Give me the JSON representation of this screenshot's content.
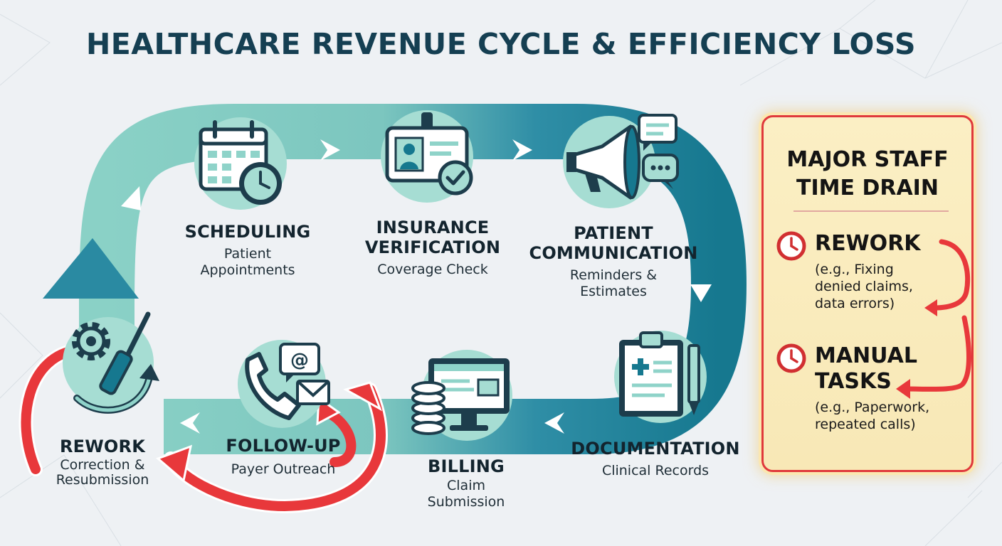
{
  "title": "HEALTHCARE REVENUE CYCLE & EFFICIENCY LOSS",
  "stages": [
    {
      "id": "scheduling",
      "name": [
        "SCHEDULING"
      ],
      "sub": [
        "Patient",
        "Appointments"
      ],
      "icon": "calendar-clock-icon"
    },
    {
      "id": "insurance-verification",
      "name": [
        "INSURANCE",
        "VERIFICATION"
      ],
      "sub": [
        "Coverage Check"
      ],
      "icon": "id-card-check-icon"
    },
    {
      "id": "patient-communication",
      "name": [
        "PATIENT",
        "COMMUNICATION"
      ],
      "sub": [
        "Reminders &",
        "Estimates"
      ],
      "icon": "megaphone-chat-icon"
    },
    {
      "id": "documentation",
      "name": [
        "DOCUMENTATION"
      ],
      "sub": [
        "Clinical Records"
      ],
      "icon": "clipboard-pen-icon"
    },
    {
      "id": "billing",
      "name": [
        "BILLING"
      ],
      "sub": [
        "Claim",
        "Submission"
      ],
      "icon": "computer-database-icon"
    },
    {
      "id": "follow-up",
      "name": [
        "FOLLOW-UP"
      ],
      "sub": [
        "Payer Outreach"
      ],
      "icon": "phone-email-icon"
    },
    {
      "id": "rework",
      "name": [
        "REWORK"
      ],
      "sub": [
        "Correction &",
        "Resubmission"
      ],
      "icon": "gear-wrench-icon"
    }
  ],
  "panel": {
    "title": [
      "MAJOR STAFF",
      "TIME DRAIN"
    ],
    "items": [
      {
        "head": [
          "REWORK"
        ],
        "note": [
          "(e.g., Fixing",
          "denied claims,",
          "data errors)"
        ],
        "icon": "clock-icon"
      },
      {
        "head": [
          "MANUAL",
          "TASKS"
        ],
        "note": [
          "(e.g., Paperwork,",
          "repeated calls)"
        ],
        "icon": "clock-icon"
      }
    ]
  },
  "colors": {
    "teal_dark": "#16788f",
    "teal_light": "#8fd3c9",
    "icon_circle": "#a6ddd3",
    "icon_stroke": "#1d3d4c",
    "red_arrow": "#e8383b",
    "panel_bg": "#f9ebbd"
  }
}
